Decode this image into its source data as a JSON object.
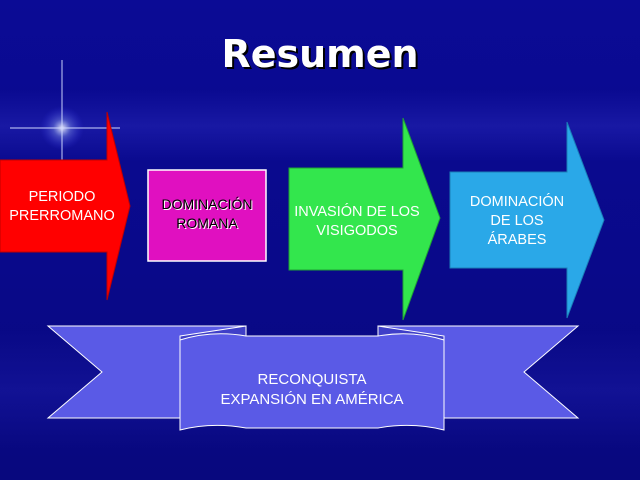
{
  "slide": {
    "title": "Resumen",
    "colors": {
      "background": "#0a0a8c",
      "red_arrow": "#ff0000",
      "magenta_box": "#e010c0",
      "green_arrow": "#33e64d",
      "blue_arrow": "#2aa8e8",
      "ribbon": "#5a5ae6"
    },
    "steps": [
      {
        "label_line1": "PERIODO",
        "label_line2": "PRERROMANO"
      },
      {
        "label_line1": "DOMINACIÓN",
        "label_line2": "ROMANA"
      },
      {
        "label_line1": "INVASIÓN DE LOS",
        "label_line2": "VISIGODOS"
      },
      {
        "label_line1": "DOMINACIÓN",
        "label_line2": "DE LOS",
        "label_line3": "ÁRABES"
      }
    ],
    "banner": {
      "line1": "RECONQUISTA",
      "line2": "EXPANSIÓN EN AMÉRICA"
    }
  }
}
